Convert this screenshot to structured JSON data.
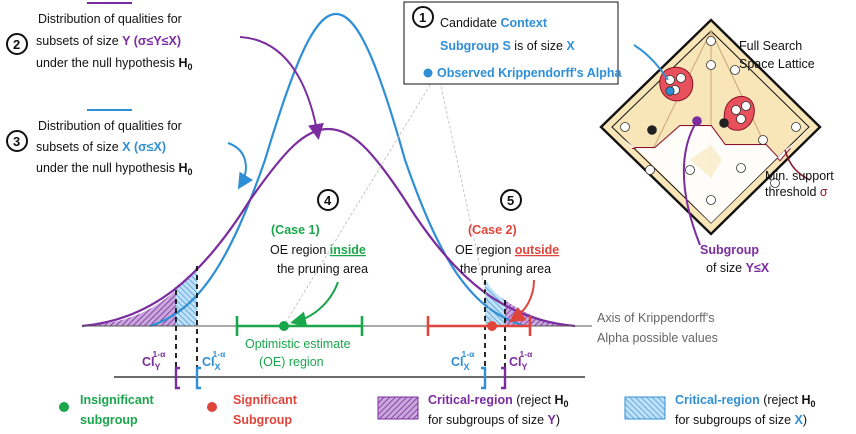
{
  "steps": {
    "s1": {
      "num": "1",
      "line1": "Candidate ",
      "line1b": "Context",
      "line2a": "Subgroup S",
      "line2b": " is of size ",
      "line2c": "X",
      "legend": "Observed Krippendorff's Alpha"
    },
    "s2": {
      "num": "2",
      "line1": "Distribution of qualities for",
      "line2a": "subsets of size ",
      "line2b": "Y (σ≤Y≤X)",
      "line3a": "under the null hypothesis ",
      "line3b": "H",
      "line3c": "0"
    },
    "s3": {
      "num": "3",
      "line1": "Distribution of qualities for",
      "line2a": "subsets of size ",
      "line2b": "X (σ≤X)",
      "line3a": "under the null hypothesis ",
      "line3b": "H",
      "line3c": "0"
    },
    "s4": {
      "num": "4",
      "case_a": "(",
      "case_b": "Case 1",
      "case_c": ")",
      "line2": "OE region ",
      "line2b": "inside",
      "line3": "the pruning area"
    },
    "s5": {
      "num": "5",
      "case": "(Case 2)",
      "line2": "OE region ",
      "line2b": "outside",
      "line3": "the pruning area"
    }
  },
  "lattice": {
    "title1": "Full Search",
    "title2": "Space Lattice",
    "threshold1": "Min. support",
    "threshold2a": "threshold ",
    "threshold2b": "σ",
    "subgroup1": "Subgroup",
    "subgroup2a": "of size ",
    "subgroup2b": "Y≤X"
  },
  "axis": {
    "label1": "Axis of Krippendorff's",
    "label2": "Alpha possible values"
  },
  "oe": {
    "label1": "Optimistic estimate",
    "label2": "(OE) region"
  },
  "ci": {
    "cy_left": "CI",
    "cy_left_sub": "Y",
    "cy_left_sup": "1-α",
    "cx_left": "CI",
    "cx_left_sub": "X",
    "cx_left_sup": "1-α",
    "cx_right": "CI",
    "cx_right_sub": "X",
    "cx_right_sup": "1-α",
    "cy_right": "CI",
    "cy_right_sub": "Y",
    "cy_right_sup": "1-α"
  },
  "legend": {
    "insig1": "Insignificant",
    "insig2": "subgroup",
    "sig1": "Significant",
    "sig2": "Subgroup",
    "crit_y1a": "Critical-region",
    "crit_y1b": " (reject ",
    "crit_y1c": "H",
    "crit_y1d": "0",
    "crit_y2a": "for subgroups of size ",
    "crit_y2b": "Y",
    "crit_y2c": ")",
    "crit_x1a": "Critical-region",
    "crit_x1b": " (reject ",
    "crit_x1c": "H",
    "crit_x1d": "0",
    "crit_x2a": "for subgroups of size ",
    "crit_x2b": "X",
    "crit_x2c": ")"
  },
  "colors": {
    "blue": "#2f8fd6",
    "purple": "#7b2c9e",
    "green": "#1aa64b",
    "red": "#e0453b",
    "lattice_fill": "#f9e6b8",
    "blob": "#e8505b"
  }
}
